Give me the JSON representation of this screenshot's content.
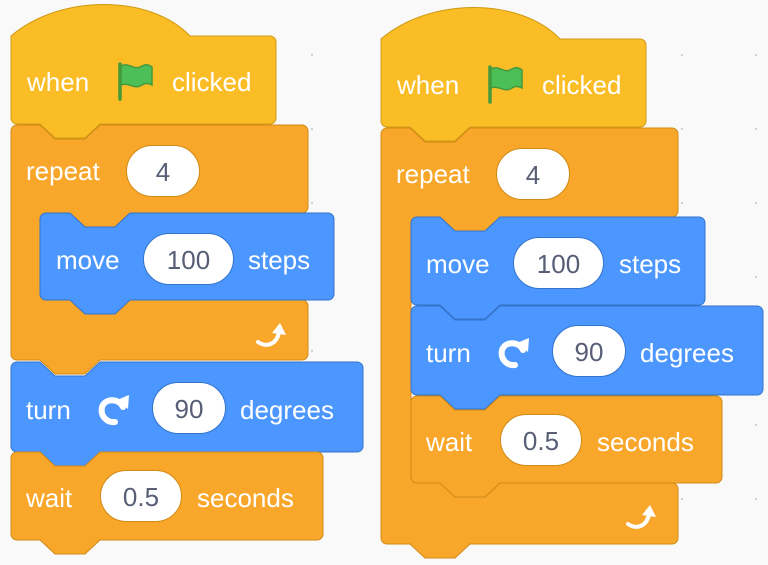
{
  "colors": {
    "events": "#ffbf00",
    "events_fill": "#fbbd26",
    "control": "#f9a72b",
    "motion": "#4c97ff",
    "input_text": "#575e75",
    "flag": "#4cbf56",
    "canvas": "#f9f9f9"
  },
  "scripts": [
    {
      "name": "script-left",
      "hat": {
        "when": "when",
        "icon": "green-flag-icon",
        "clicked": "clicked"
      },
      "repeat": {
        "label": "repeat",
        "times": "4",
        "loop_icon": "loop-arrow-icon"
      },
      "inside_repeat": [
        {
          "label": "move",
          "value": "100",
          "unit": "steps"
        }
      ],
      "after_repeat": [
        {
          "label": "turn",
          "icon": "rotate-right-icon",
          "value": "90",
          "unit": "degrees"
        },
        {
          "label": "wait",
          "value": "0.5",
          "unit": "seconds"
        }
      ]
    },
    {
      "name": "script-right",
      "hat": {
        "when": "when",
        "icon": "green-flag-icon",
        "clicked": "clicked"
      },
      "repeat": {
        "label": "repeat",
        "times": "4",
        "loop_icon": "loop-arrow-icon"
      },
      "inside_repeat": [
        {
          "label": "move",
          "value": "100",
          "unit": "steps"
        },
        {
          "label": "turn",
          "icon": "rotate-right-icon",
          "value": "90",
          "unit": "degrees"
        },
        {
          "label": "wait",
          "value": "0.5",
          "unit": "seconds"
        }
      ],
      "after_repeat": []
    }
  ]
}
